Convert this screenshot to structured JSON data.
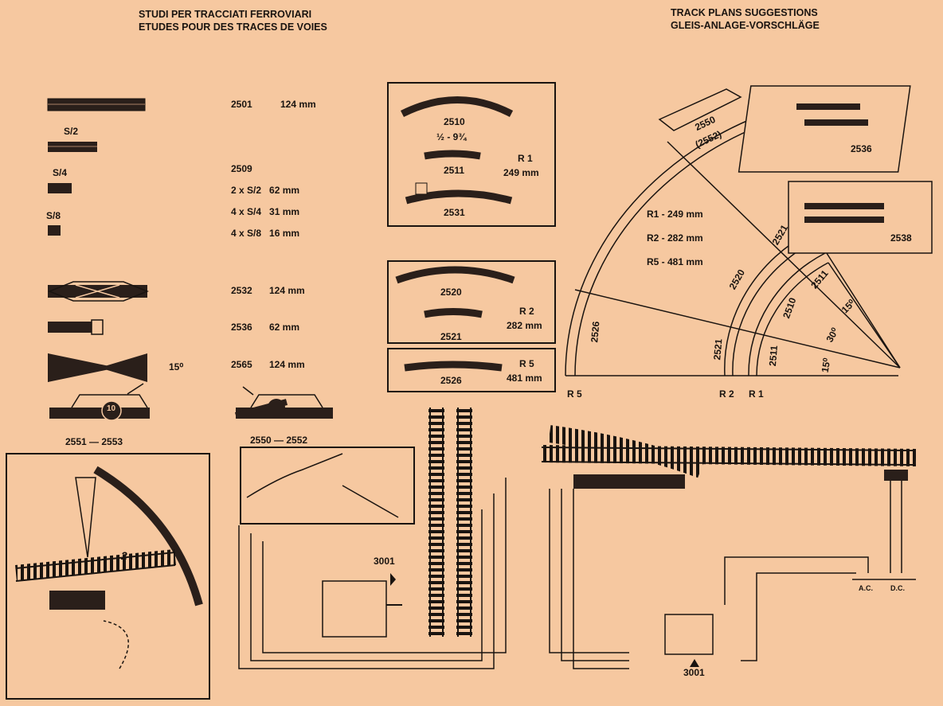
{
  "header": {
    "left_line1": "STUDI PER TRACCIATI FERROVIARI",
    "left_line2": "ETUDES POUR DES TRACES DE VOIES",
    "right_line1": "TRACK PLANS SUGGESTIONS",
    "right_line2": "GLEIS-ANLAGE-VORSCHLÄGE"
  },
  "straight": [
    {
      "tag": "",
      "code": "2501",
      "len": "124 mm"
    },
    {
      "tag": "S/2",
      "code": "",
      "len": ""
    },
    {
      "tag": "S/4",
      "code": "2509",
      "len": ""
    },
    {
      "tag": "S/8",
      "code": "",
      "len": ""
    }
  ],
  "fractions": [
    "2 x S/2   62 mm",
    "4 x S/4   31 mm",
    "4 x S/8   16 mm"
  ],
  "specials": [
    {
      "code": "2532",
      "len": "124 mm"
    },
    {
      "code": "2536",
      "len": "62 mm"
    },
    {
      "code": "2565",
      "len": "124 mm",
      "angle": "15⁰"
    }
  ],
  "turnouts": {
    "left": "2551 — 2553",
    "right": "2550 — 2552",
    "left_num": "10"
  },
  "curves": {
    "r1": {
      "c1": "2510",
      "half": "½ - 9¾",
      "c2": "2511",
      "c3": "2531",
      "r": "R 1",
      "mm": "249 mm"
    },
    "r2": {
      "c1": "2520",
      "c2": "2521",
      "r": "R 2",
      "mm": "282 mm"
    },
    "r5": {
      "c1": "2526",
      "r": "R 5",
      "mm": "481 mm"
    }
  },
  "plan": {
    "turnout": "2550",
    "turnout2": "(2552)",
    "radii": [
      "R1 - 249 mm",
      "R2 - 282 mm",
      "R5 - 481 mm"
    ],
    "labels": [
      "2521",
      "2520",
      "2511",
      "2510",
      "2526",
      "2521",
      "2511",
      "15⁰",
      "30⁰",
      "15⁰"
    ],
    "bottom": [
      "R 5",
      "R 2",
      "R 1"
    ],
    "detail1": "2536",
    "detail2": "2538"
  },
  "wiring": {
    "small_num": "2",
    "controller1": "3001",
    "controller2": "3001",
    "ac": "A.C.",
    "dc": "D.C."
  }
}
